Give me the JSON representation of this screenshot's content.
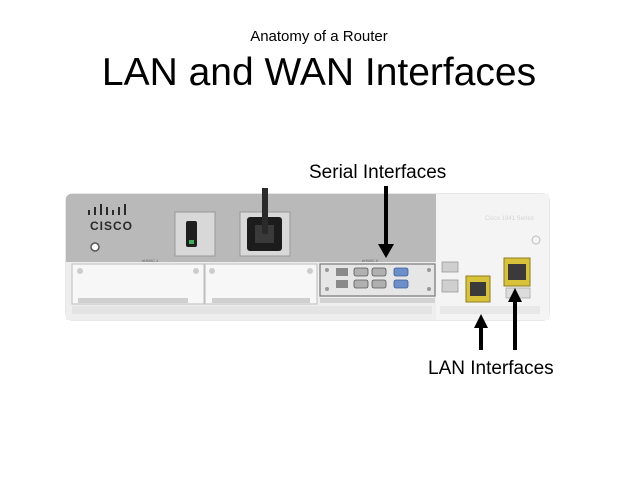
{
  "header": {
    "subtitle": "Anatomy of a Router",
    "title": "LAN and WAN Interfaces"
  },
  "callouts": {
    "serial": "Serial Interfaces",
    "lan": "LAN Interfaces"
  },
  "router": {
    "brand": "CISCO",
    "model": "Cisco 1941 Series",
    "slot_labels": {
      "ehwic_1": "eHWIC 1",
      "ehwic_0": "eHWIC 0"
    },
    "colors": {
      "chassis_dark": "#b9b9b9",
      "chassis_light": "#f2f2f2",
      "panel_outline": "#9a9a9a",
      "serial_blue": "#6c8fc9",
      "lan_port_yellow": "#d7c23a"
    }
  }
}
